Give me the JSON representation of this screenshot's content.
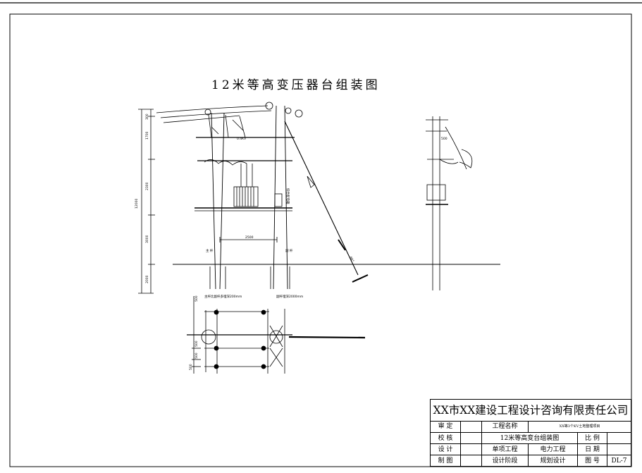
{
  "title": "12米等高变压器台组装图",
  "dimensions": {
    "total": "12000",
    "seg1": "300",
    "seg2": "1700",
    "seg3": "2300",
    "seg4": "3000",
    "seg5": "2000",
    "span": "2500"
  },
  "labels": {
    "lv_voltage": "0.4KV",
    "main_pole": "主\n杆",
    "aux_pole": "副\n杆",
    "main_pole_depth": "主杆比副杆多埋深200mm",
    "aux_pole_depth": "副杆埋深2000mm",
    "transformer_note": "综合配电箱",
    "guy_angle": "60°",
    "side_dim": "500"
  },
  "plan_dims": [
    "500",
    "500",
    "500",
    "500"
  ],
  "title_block": {
    "company": "XX市XX建设工程设计咨询有限责任公司",
    "rows": [
      {
        "c1": "审 定",
        "c2": "",
        "c3": "工程名称",
        "c4": "XX等3个KV土地整理项目"
      },
      {
        "c1": "校 核",
        "c2": "",
        "c3": "12米等高变台组装图",
        "c5": "比 例",
        "c6": ""
      },
      {
        "c1": "设 计",
        "c2": "",
        "c3": "单项工程",
        "c4": "电力工程",
        "c5": "日 期",
        "c6": ""
      },
      {
        "c1": "制 图",
        "c2": "",
        "c3": "设计阶段",
        "c4": "规划设计",
        "c5": "图 号",
        "c6": "DL-7"
      }
    ]
  }
}
